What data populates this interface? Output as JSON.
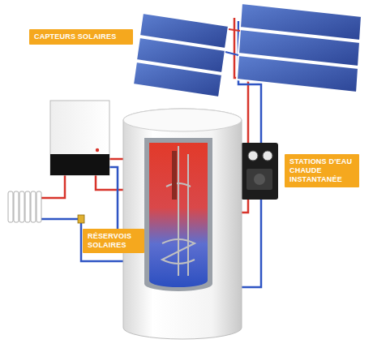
{
  "diagram": {
    "nodes": [
      {
        "text": [
          "CAPTEURS SOLAIRES"
        ]
      },
      {
        "text": [
          "STATIONS D'EAU CHAUDE INSTANTANÉE"
        ]
      },
      {
        "text": [
          "RÉSERVOIS SOLAIRES"
        ]
      }
    ]
  }
}
